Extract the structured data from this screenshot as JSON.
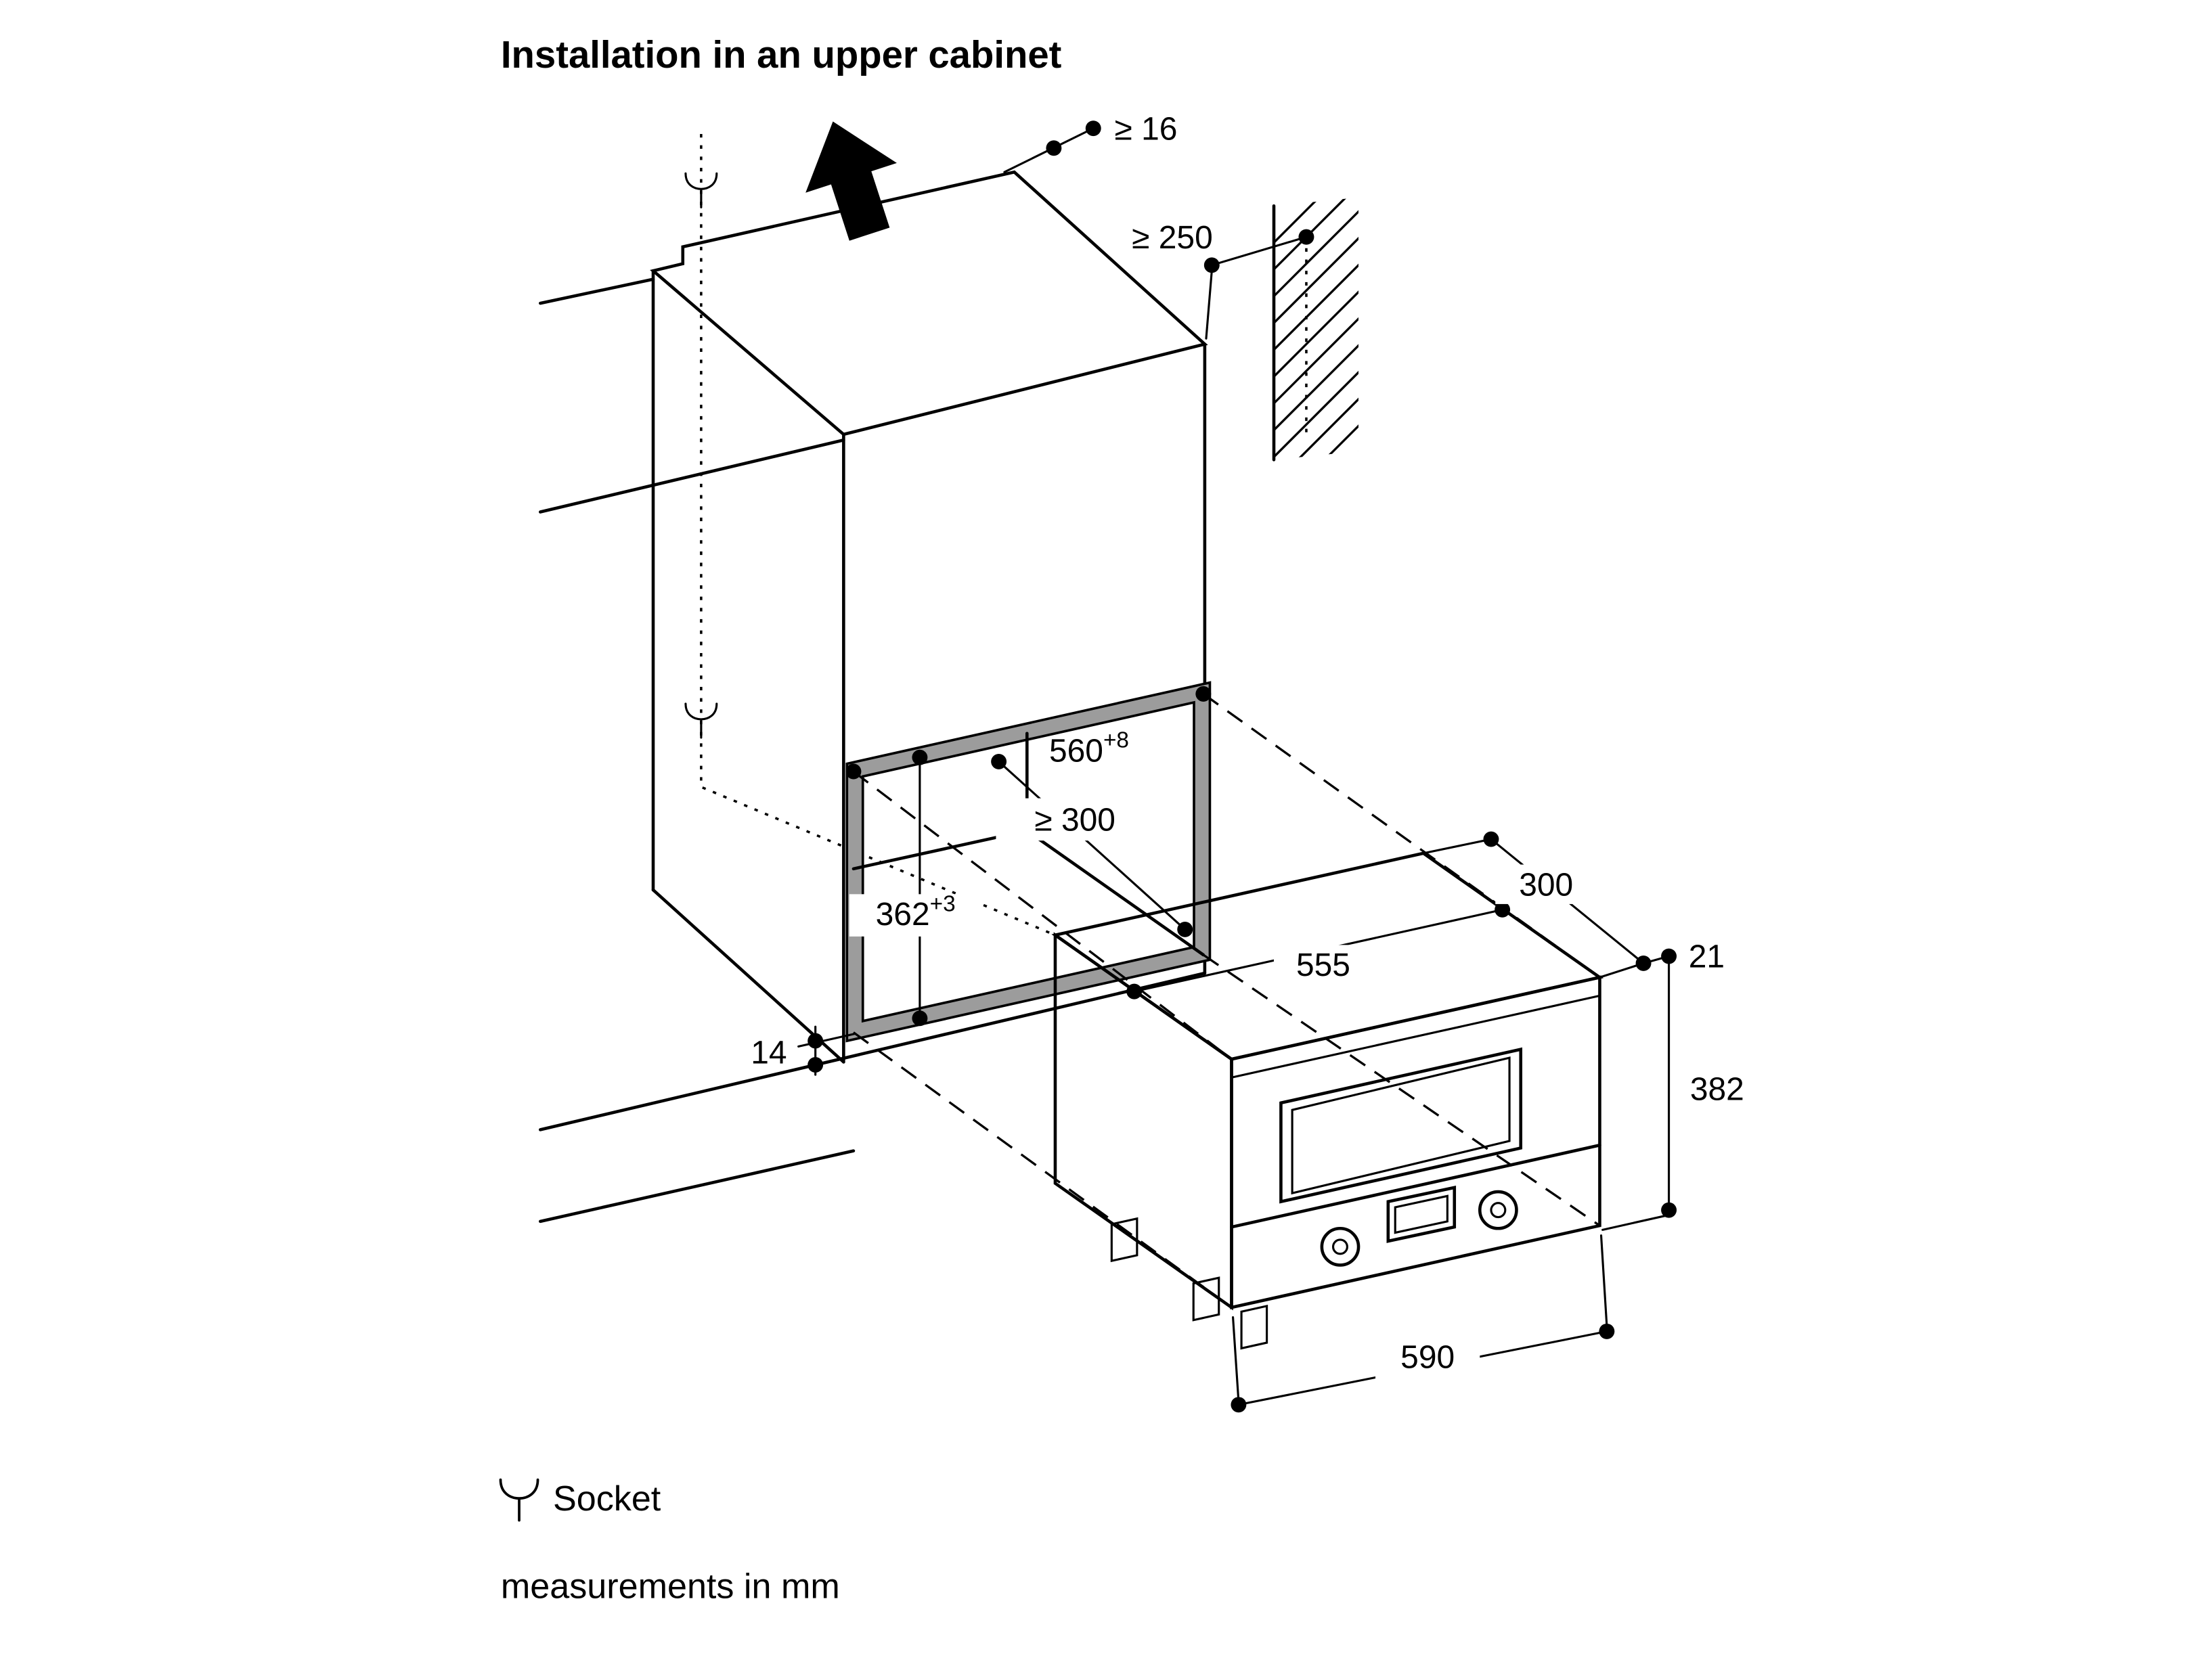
{
  "title": "Installation in an upper cabinet",
  "diagram": {
    "dimensions": {
      "panel_thickness_min": "≥ 16",
      "wall_clearance_min": "≥ 250",
      "niche_width": {
        "base": "560",
        "sup": "+8"
      },
      "niche_depth_min": "≥ 300",
      "niche_height": {
        "base": "362",
        "sup": "+3"
      },
      "front_gap": "14",
      "appliance_depth": "300",
      "body_width": "555",
      "front_overhang": "21",
      "appliance_height": "382",
      "front_width": "590"
    },
    "icons": {
      "up_arrow": "insertion-direction-arrow-icon",
      "socket_symbol": "socket-icon"
    }
  },
  "legend": {
    "socket_label": "Socket",
    "units_note": "measurements in mm"
  },
  "colors": {
    "line": "#000000",
    "niche_frame": "#9c9c9c",
    "background": "#ffffff"
  }
}
